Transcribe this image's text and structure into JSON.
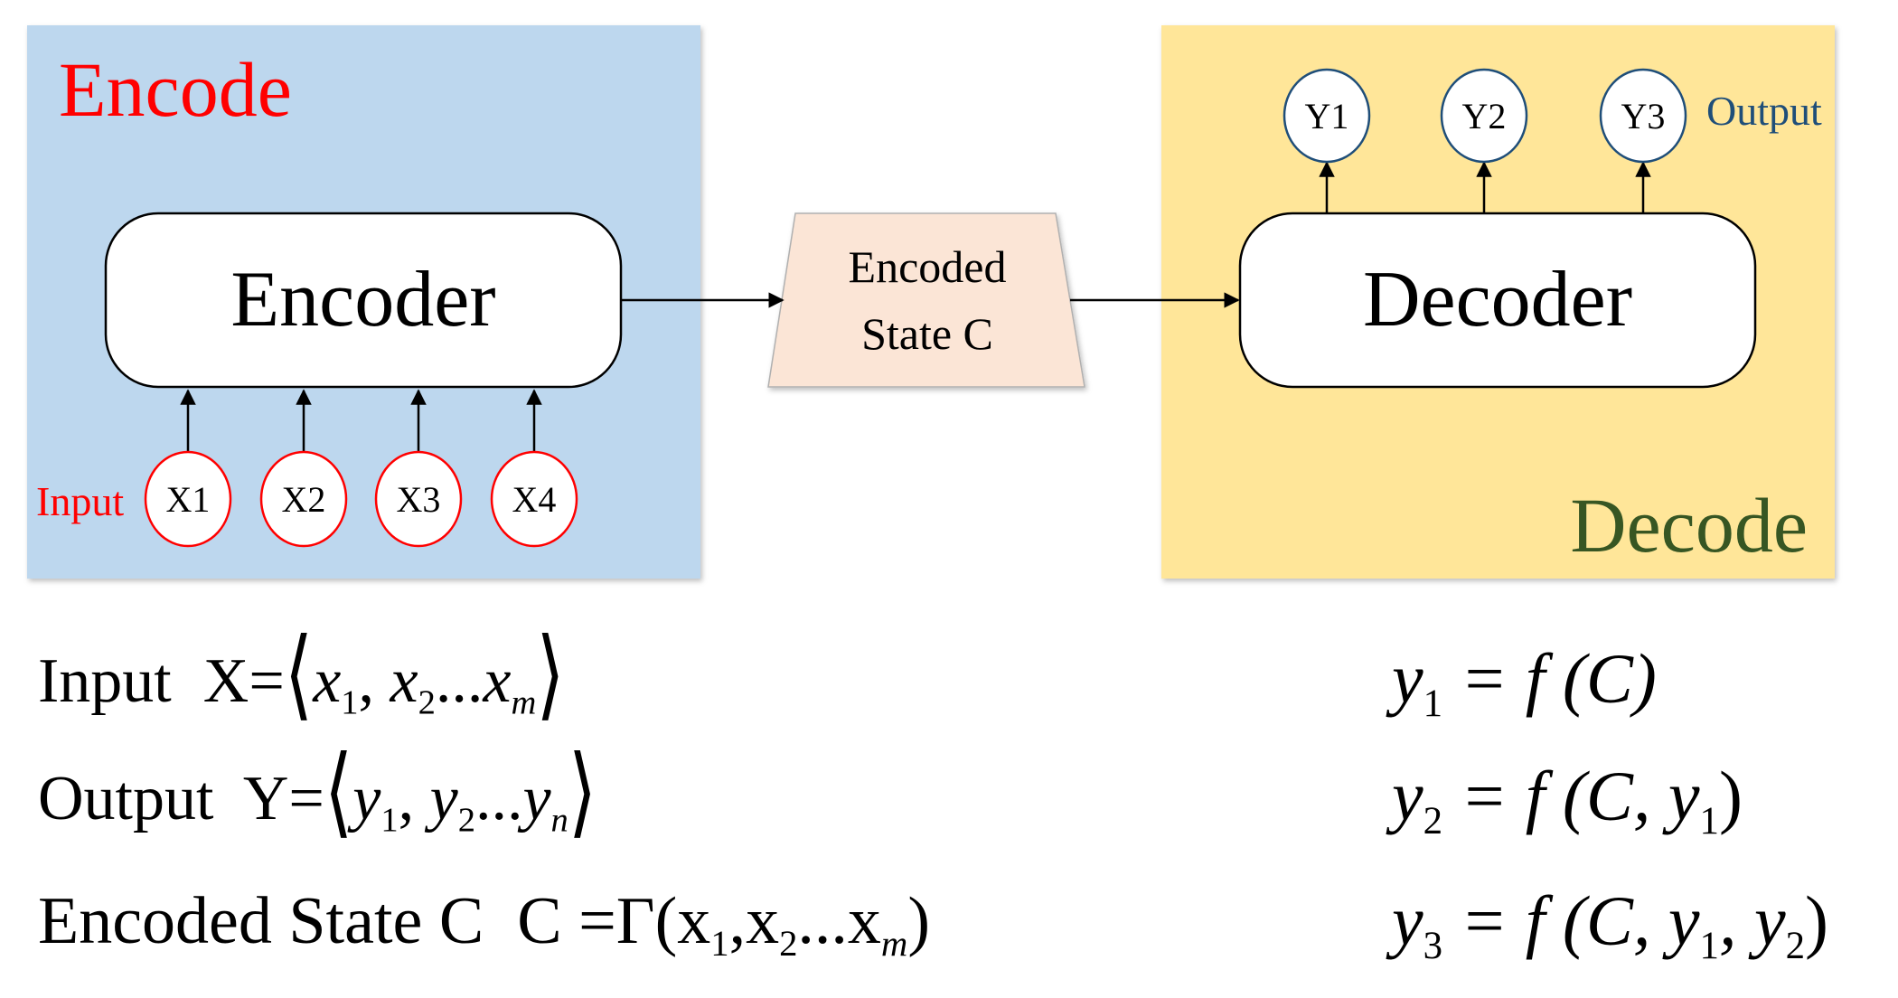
{
  "encode_panel": {
    "title": "Encode",
    "input_label": "Input"
  },
  "decode_panel": {
    "title": "Decode",
    "output_label": "Output"
  },
  "encoder": {
    "label": "Encoder"
  },
  "decoder": {
    "label": "Decoder"
  },
  "encoded_state": {
    "line1": "Encoded",
    "line2": "State C"
  },
  "inputs": [
    "X1",
    "X2",
    "X3",
    "X4"
  ],
  "outputs": [
    "Y1",
    "Y2",
    "Y3"
  ],
  "colors": {
    "encode_bg": "#BDD7EE",
    "decode_bg": "#FFE699",
    "state_bg": "#FBE5D6",
    "encode_title": "#FF0000",
    "decode_title": "#375623",
    "output_label": "#1F4E79",
    "input_circle": "#FF0000",
    "output_circle": "#1F4E79"
  },
  "formulas": {
    "input": {
      "label": "Input",
      "lhs": "X=",
      "t1": "x",
      "s1": "1",
      "t2": "x",
      "s2": "2",
      "dots": "...",
      "t3": "x",
      "s3": "m"
    },
    "output": {
      "label": "Output",
      "lhs": "Y=",
      "t1": "y",
      "s1": "1",
      "t2": "y",
      "s2": "2",
      "dots": "...",
      "t3": "y",
      "s3": "n"
    },
    "state": {
      "label": "Encoded State C",
      "lhs": "C =Γ(x",
      "s1": "1",
      "mid1": ",x",
      "s2": "2",
      "dots": "...x",
      "s3": "m",
      "end": ")"
    },
    "y1": {
      "y": "y",
      "sub": "1",
      "rhs": " = f (C)"
    },
    "y2": {
      "y": "y",
      "sub": "2",
      "rhs": " = f (C, y",
      "sub_b": "1",
      "end": ")"
    },
    "y3": {
      "y": "y",
      "sub": "3",
      "rhs": " = f (C, y",
      "sub_b": "1",
      "mid": ", y",
      "sub_c": "2",
      "end": ")"
    }
  }
}
